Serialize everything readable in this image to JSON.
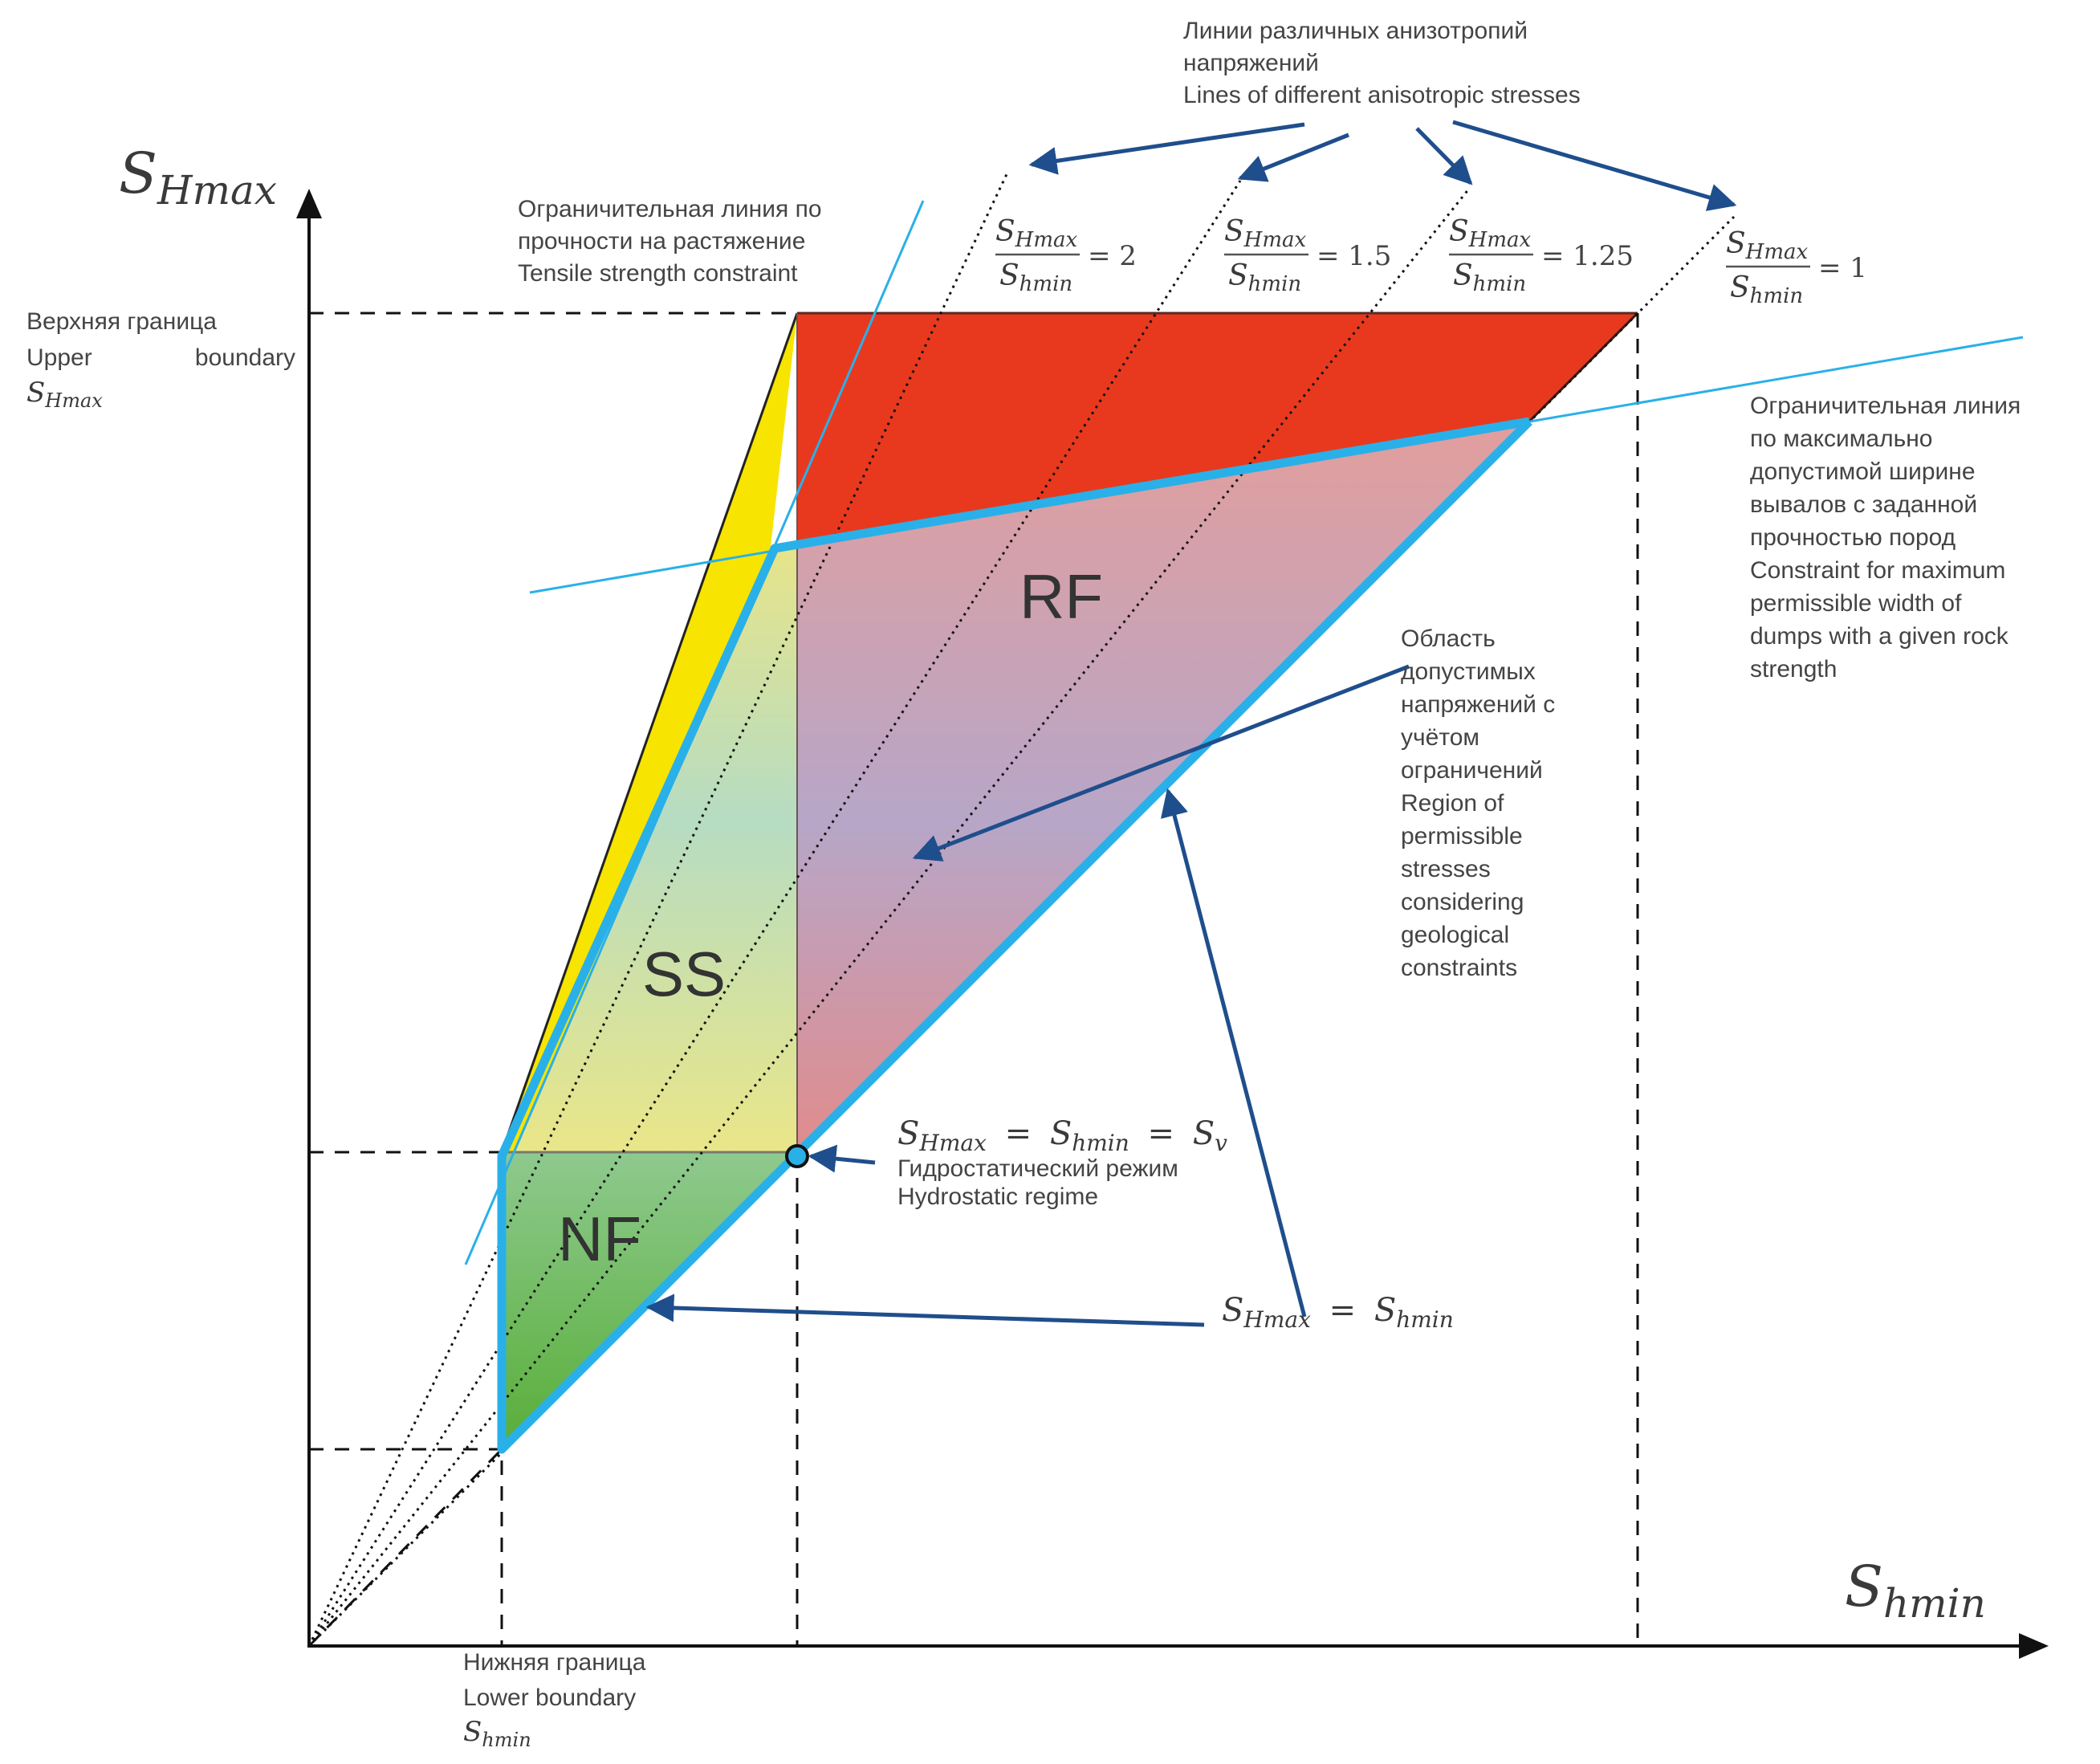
{
  "colors": {
    "red_region": "#e8391f",
    "rf_pink": "#e0a0a0",
    "rf_purple": "#b4a6c8",
    "yellow_band": "#f7e400",
    "ss_green": "#b9dcc0",
    "ss_yellow": "#ece98a",
    "nf_green_top": "#8cc88c",
    "nf_green_bottom": "#5cb040",
    "constraint_blue": "#2ab0e8",
    "arrow_navy": "#1f4e8c",
    "axis": "#111111"
  },
  "axes": {
    "y_label_main": "S",
    "y_label_sub": "Hmax",
    "x_label_main": "S",
    "x_label_sub": "hmin"
  },
  "upper_boundary": {
    "ru": "Верхняя граница",
    "en_left": "Upper",
    "en_right": "boundary",
    "sym_main": "S",
    "sym_sub": "Hmax"
  },
  "lower_boundary": {
    "ru": "Нижняя граница",
    "en": "Lower boundary",
    "sym_main": "S",
    "sym_sub": "hmin"
  },
  "anisotropy_title": {
    "line1": "Линии различных анизотропий",
    "line2": "напряжений",
    "line3": "Lines of different anisotropic stresses"
  },
  "ratio_lines": [
    {
      "num_main": "S",
      "num_sub": "Hmax",
      "den_main": "S",
      "den_sub": "hmin",
      "value": "= 2",
      "ratio": 2
    },
    {
      "num_main": "S",
      "num_sub": "Hmax",
      "den_main": "S",
      "den_sub": "hmin",
      "value": "= 1.5",
      "ratio": 1.5
    },
    {
      "num_main": "S",
      "num_sub": "Hmax",
      "den_main": "S",
      "den_sub": "hmin",
      "value": "= 1.25",
      "ratio": 1.25
    },
    {
      "num_main": "S",
      "num_sub": "Hmax",
      "den_main": "S",
      "den_sub": "hmin",
      "value": "= 1",
      "ratio": 1
    }
  ],
  "tensile_constraint": {
    "line1": "Ограничительная линия по",
    "line2": "прочности на растяжение",
    "line3": "Tensile strength constraint"
  },
  "breakout_constraint": {
    "lines": [
      "Ограничительная линия",
      "по максимально",
      "допустимой ширине",
      "вывалов с заданной",
      "прочностью пород",
      "Constraint for maximum",
      "permissible width of",
      "dumps with a given rock",
      "strength"
    ]
  },
  "permissible_region": {
    "lines": [
      "Область",
      "допустимых",
      "напряжений с",
      "учётом",
      "ограничений",
      "Region of",
      "permissible",
      "stresses",
      "considering",
      "geological",
      "constraints"
    ]
  },
  "hydrostatic": {
    "eq_a_main": "S",
    "eq_a_sub": "Hmax",
    "eq_b_main": "S",
    "eq_b_sub": "hmin",
    "eq_c_main": "S",
    "eq_c_sub": "v",
    "eq_op": "=",
    "ru": "Гидростатический режим",
    "en": "Hydrostatic regime"
  },
  "equality_line": {
    "a_main": "S",
    "a_sub": "Hmax",
    "op": "=",
    "b_main": "S",
    "b_sub": "hmin"
  },
  "regions": {
    "rf": "RF",
    "ss": "SS",
    "nf": "NF"
  }
}
